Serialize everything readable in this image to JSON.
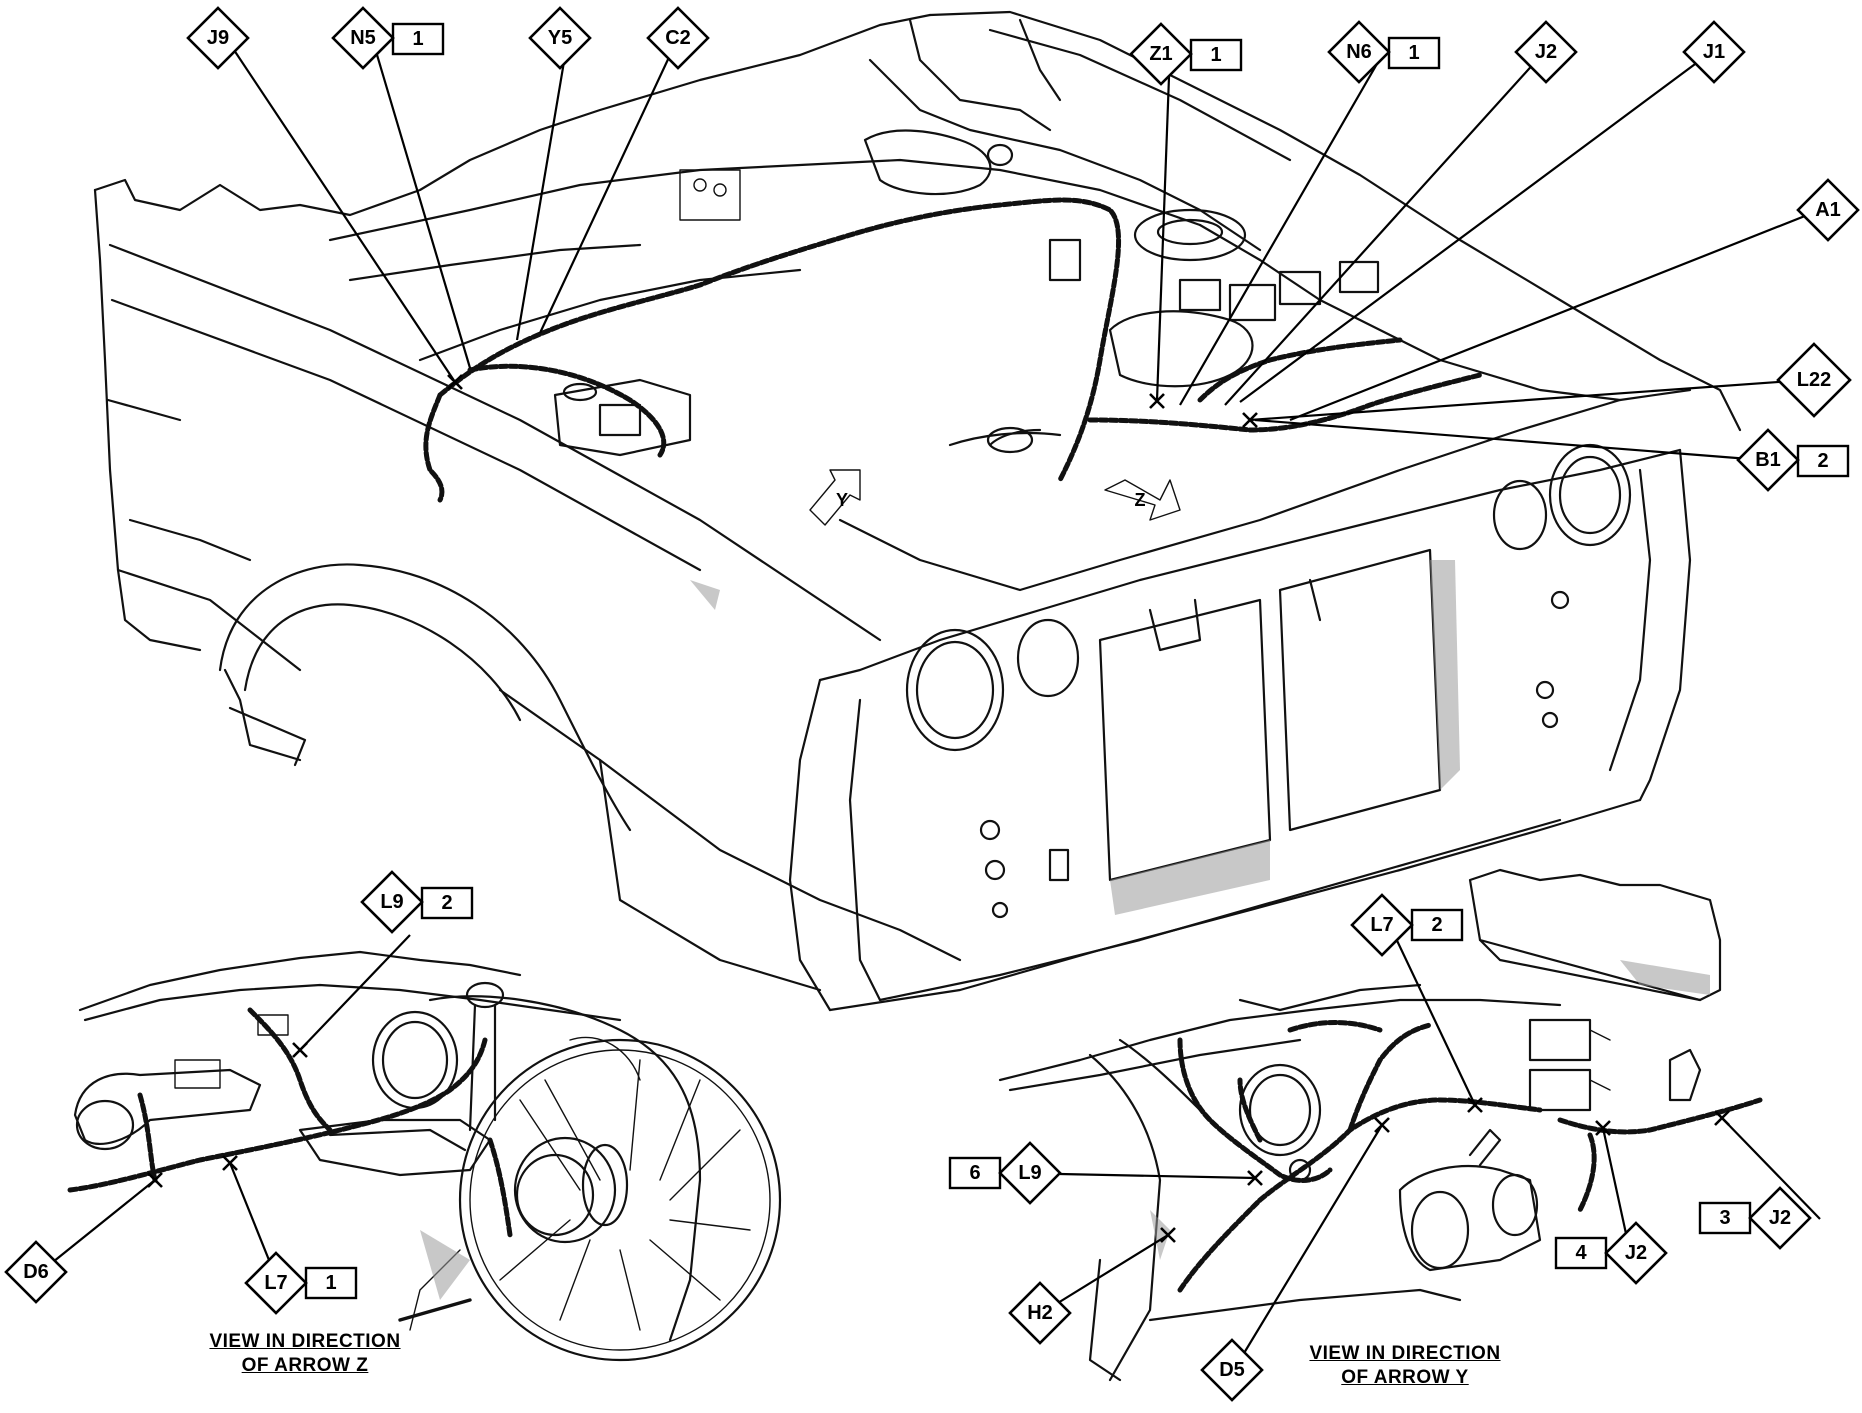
{
  "callouts": {
    "J9": "J9",
    "N5": "N5",
    "N5_num": "1",
    "Y5": "Y5",
    "C2": "C2",
    "Z1": "Z1",
    "Z1_num": "1",
    "N6": "N6",
    "N6_num": "1",
    "J2_top": "J2",
    "J1": "J1",
    "A1": "A1",
    "L22": "L22",
    "B1": "B1",
    "B1_num": "2",
    "L9_z": "L9",
    "L9_z_num": "2",
    "D6": "D6",
    "L7_z": "L7",
    "L7_z_num": "1",
    "L7_y": "L7",
    "L7_y_num": "2",
    "L9_y": "L9",
    "L9_y_num": "6",
    "J2_y3": "J2",
    "J2_y3_num": "3",
    "J2_y4": "J2",
    "J2_y4_num": "4",
    "H2": "H2",
    "D5": "D5"
  },
  "view_arrows": {
    "y": "Y",
    "z": "Z"
  },
  "captions": {
    "z_line1": "VIEW IN DIRECTION",
    "z_line2": "OF ARROW Z",
    "y_line1": "VIEW IN DIRECTION",
    "y_line2": "OF ARROW Y"
  }
}
